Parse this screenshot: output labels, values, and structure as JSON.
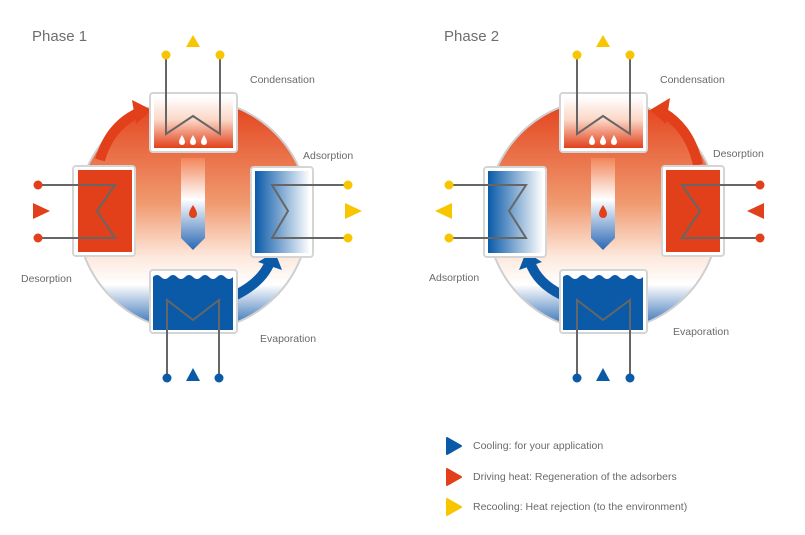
{
  "phases": [
    {
      "title": "Phase 1",
      "labels": {
        "condensation": "Condensation",
        "right": "Adsorption",
        "left": "Desorption",
        "evaporation": "Evaporation"
      }
    },
    {
      "title": "Phase 2",
      "labels": {
        "condensation": "Condensation",
        "right": "Desorption",
        "left": "Adsorption",
        "evaporation": "Evaporation"
      }
    }
  ],
  "legend": [
    {
      "icon": "blue-triangle-icon",
      "color": "#0a5aa8",
      "text": "Cooling: for your application"
    },
    {
      "icon": "red-triangle-icon",
      "color": "#e2401a",
      "text": "Driving heat: Regeneration of the adsorbers"
    },
    {
      "icon": "yellow-triangle-icon",
      "color": "#f7c600",
      "text": "Recooling: Heat rejection (to the environment)"
    }
  ],
  "colors": {
    "blue": "#0a5aa8",
    "red": "#e2401a",
    "yellow": "#f7c600",
    "pipe": "#666666"
  }
}
